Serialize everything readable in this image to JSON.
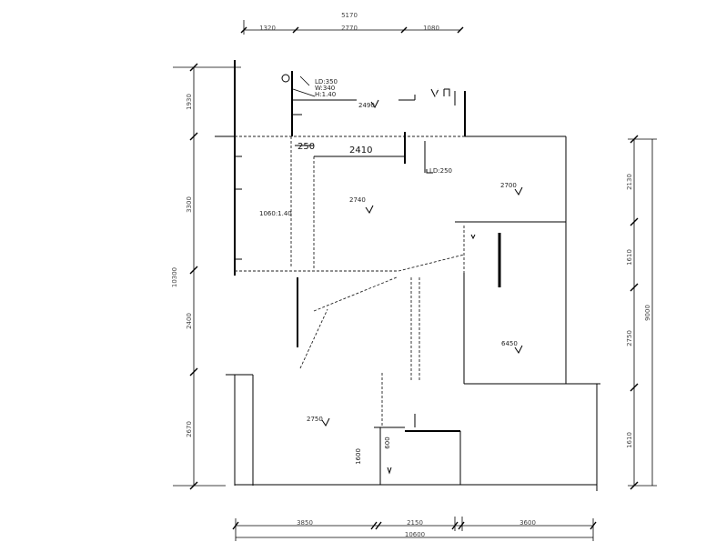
{
  "dimensions": {
    "top_total": "5170",
    "top_left": "1320",
    "top_mid": "2770",
    "top_right": "1080",
    "left_total": "10300",
    "left_seg1": "1930",
    "left_seg2": "3300",
    "left_seg3": "2400",
    "left_seg4": "2670",
    "right_total": "9000",
    "right_seg1": "2130",
    "right_seg2": "1610",
    "right_seg3": "2750",
    "right_seg4": "1610",
    "bottom_total": "10600",
    "bottom_seg1": "3850",
    "bottom_seg2": "2150",
    "bottom_seg3": "3600",
    "inner_span": "2410",
    "inner_small": "250",
    "inner_v1": "1600",
    "inner_v2": "600"
  },
  "labels": {
    "level_a": "LD:350",
    "level_b": "W:340",
    "level_c": "H:1.40",
    "top_room_elev": "2490",
    "marker": "入口",
    "lr_tag": "LD:250",
    "left_room_tag": "1060:1.40",
    "center_elev": "2740",
    "right_elev": "2700",
    "right_lower_elev": "6450",
    "bottom_elev": "2750"
  }
}
